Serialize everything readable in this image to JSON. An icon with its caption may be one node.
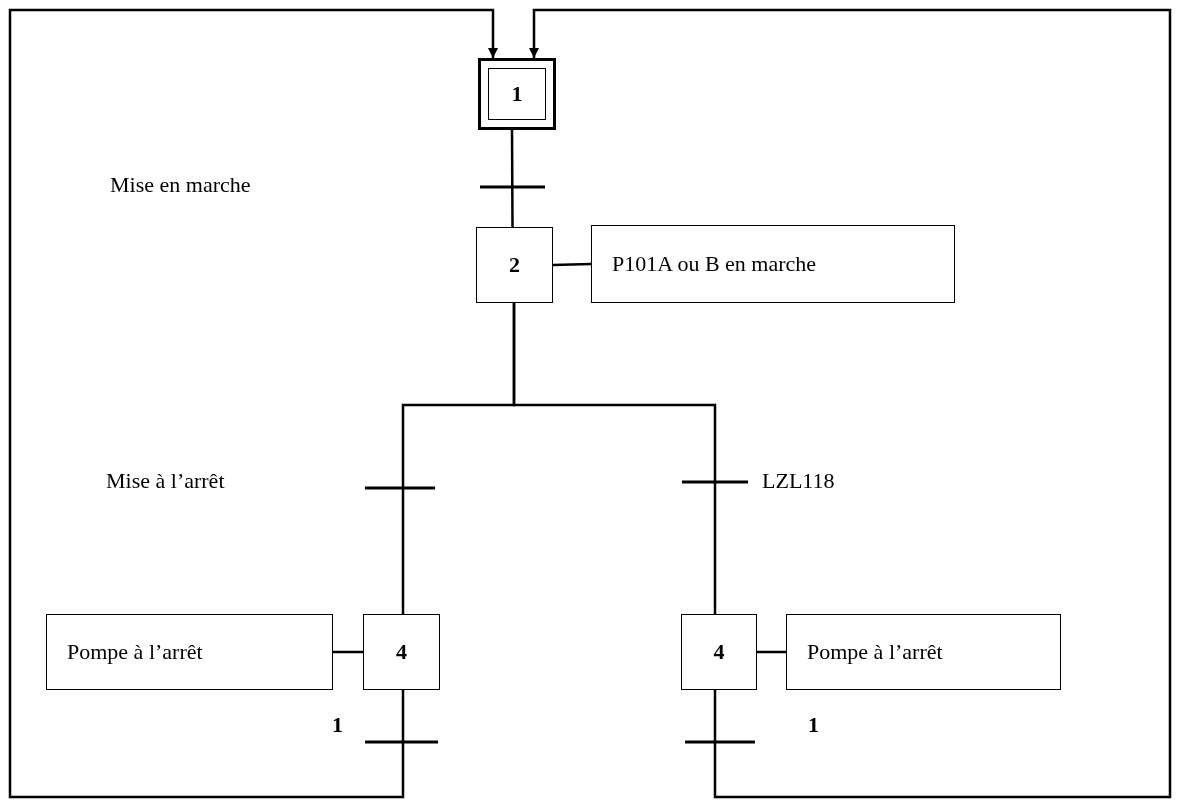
{
  "diagram": {
    "nodes": [
      {
        "text": [
          "1"
        ]
      },
      {
        "text": [
          "2"
        ]
      },
      {
        "text": [
          "P101A ou B en marche"
        ]
      },
      {
        "text": [
          "4"
        ]
      },
      {
        "text": [
          "Pompe à l’arrêt"
        ]
      },
      {
        "text": [
          "4"
        ]
      },
      {
        "text": [
          "Pompe à l’arrêt"
        ]
      }
    ],
    "edges": [
      {
        "from": 0,
        "to": 1,
        "arrow": "none"
      },
      {
        "from": 1,
        "to": 2,
        "arrow": "none"
      },
      {
        "from": 1,
        "to": 3,
        "arrow": "none"
      },
      {
        "from": 1,
        "to": 5,
        "arrow": "none"
      },
      {
        "from": 3,
        "to": 4,
        "arrow": "none"
      },
      {
        "from": 5,
        "to": 6,
        "arrow": "none"
      },
      {
        "from": 3,
        "to": 0,
        "arrow": "to"
      },
      {
        "from": 5,
        "to": 0,
        "arrow": "to"
      }
    ],
    "labels": [
      "Mise en marche",
      "Mise à l’arrêt",
      "LZL118",
      "1",
      "1"
    ]
  }
}
